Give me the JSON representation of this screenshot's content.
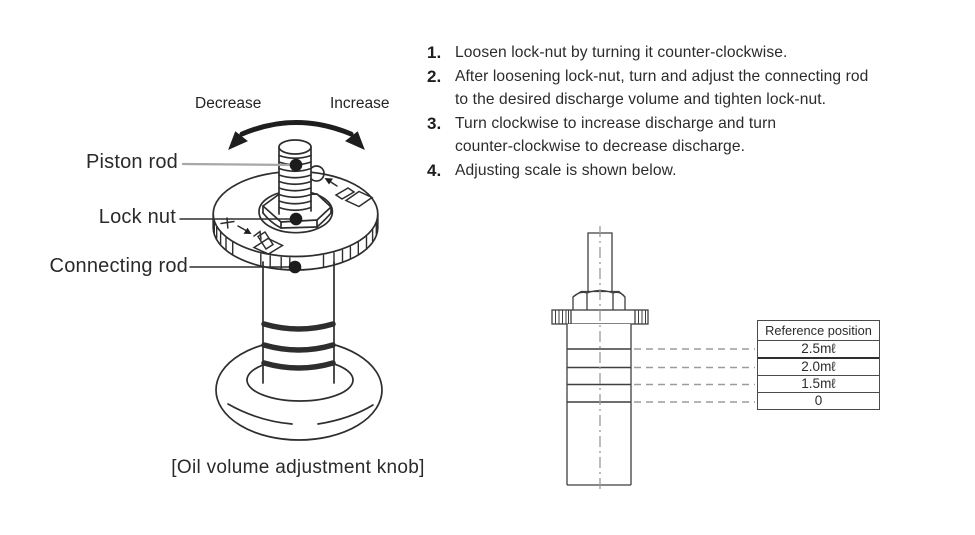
{
  "diagram_left": {
    "labels": {
      "piston_rod": "Piston rod",
      "lock_nut": "Lock nut",
      "connecting_rod": "Connecting rod"
    },
    "direction_left": "Decrease",
    "direction_right": "Increase",
    "caption": "[Oil volume adjustment knob]"
  },
  "instructions": {
    "items": [
      {
        "num": "1.",
        "text": "Loosen lock-nut by turning it counter-clockwise."
      },
      {
        "num": "2.",
        "text": "After loosening lock-nut, turn and adjust the connecting rod\nto the desired discharge volume and tighten lock-nut."
      },
      {
        "num": "3.",
        "text": "Turn clockwise to increase discharge and turn\ncounter-clockwise to decrease discharge."
      },
      {
        "num": "4.",
        "text": "Adjusting scale is shown below."
      }
    ]
  },
  "scale_diagram": {
    "table": {
      "header": "Reference position",
      "rows": [
        "2.5mℓ",
        "2.0mℓ",
        "1.5mℓ",
        "0"
      ]
    }
  },
  "colors": {
    "line_dark": "#2e2e2e",
    "line_medium": "#3f3f3f",
    "line_gray": "#9c9c9c",
    "leader_gray": "#a7a7a7",
    "text": "#2b2b2b"
  }
}
